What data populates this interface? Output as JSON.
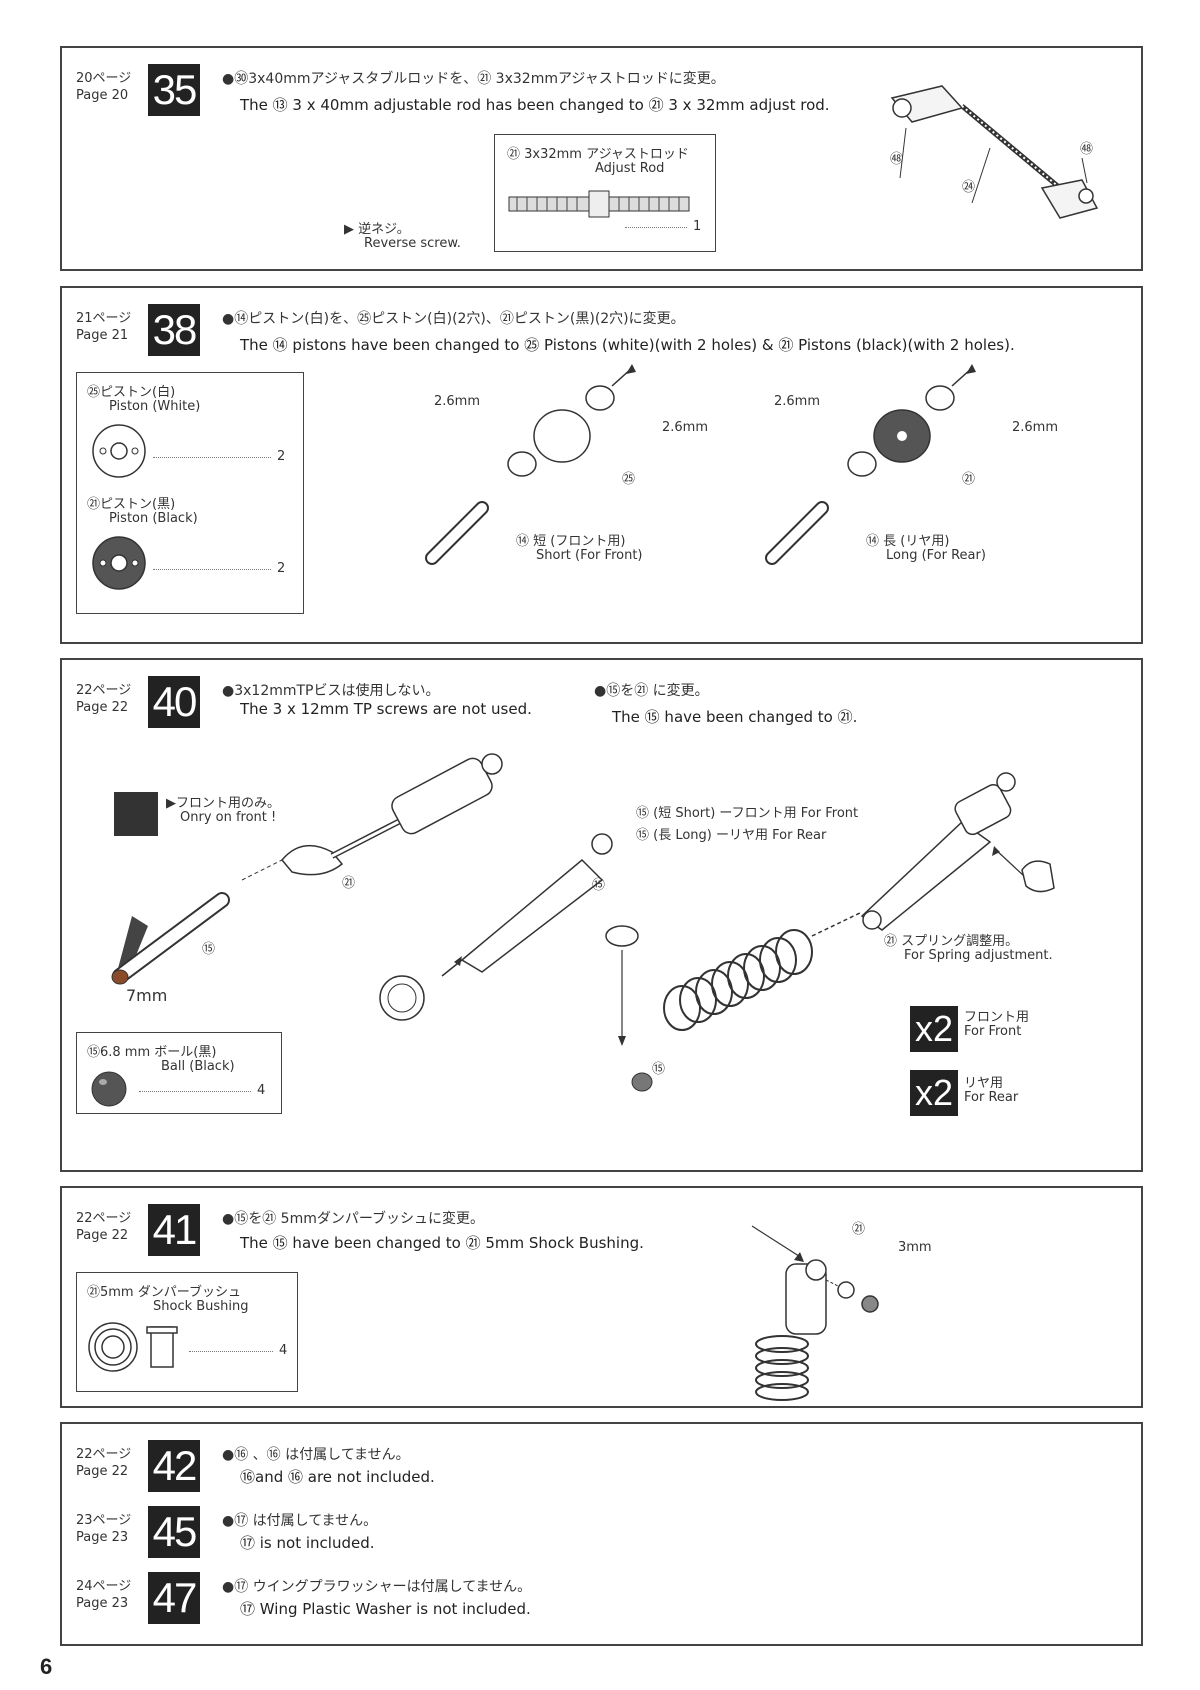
{
  "s35": {
    "page_jp": "20ページ",
    "page_en": "Page 20",
    "num": "35",
    "jp": "●㉚3x40mmアジャスタブルロッドを、㉑ 3x32mmアジャストロッドに変更。",
    "en": "The ⑬ 3 x 40mm adjustable rod has been changed to ㉑ 3 x 32mm adjust rod.",
    "box_jp": "㉑ 3x32mm アジャストロッド",
    "box_en": "Adjust Rod",
    "box_qty": "1",
    "rev_jp": "▶ 逆ネジ。",
    "rev_en": "Reverse screw.",
    "lbl_a": "㊽",
    "lbl_b": "㊽",
    "lbl_c": "㉔"
  },
  "s38": {
    "page_jp": "21ページ",
    "page_en": "Page 21",
    "num": "38",
    "jp": "●⑭ピストン(白)を、㉕ピストン(白)(2穴)、㉑ピストン(黒)(2穴)に変更。",
    "en": "The ⑭ pistons have been changed to ㉕ Pistons (white)(with 2 holes) & ㉑ Pistons (black)(with 2 holes).",
    "white_jp": "㉕ピストン(白)",
    "white_en": "Piston (White)",
    "white_qty": "2",
    "black_jp": "㉑ピストン(黒)",
    "black_en": "Piston (Black)",
    "black_qty": "2",
    "dim1": "2.6mm",
    "dim2": "2.6mm",
    "dim3": "2.6mm",
    "dim4": "2.6mm",
    "front_jp": "⑭ 短 (フロント用)",
    "front_en": "Short (For Front)",
    "rear_jp": "⑭ 長 (リヤ用)",
    "rear_en": "Long (For Rear)",
    "lbl_w": "㉕",
    "lbl_b": "㉑"
  },
  "s40": {
    "page_jp": "22ページ",
    "page_en": "Page 22",
    "num": "40",
    "jp1": "●3x12mmTPビスは使用しない。",
    "en1": "The 3 x 12mm TP screws are not used.",
    "jp2": "●⑮を㉑ に変更。",
    "en2": "The ⑮ have been changed to ㉑.",
    "front_only_jp": "▶フロント用のみ。",
    "front_only_en": "Onry on front !",
    "dim": "7mm",
    "lbl_153": "⑮",
    "lbl_213": "㉑",
    "lbl_158": "⑮",
    "lbl_157": "⑮",
    "spring_short": "⑮ (短 Short) ーフロント用  For Front",
    "spring_long": "⑮ (長 Long) ーリヤ用  For Rear",
    "adj_jp": "㉑ スプリング調整用。",
    "adj_en": "For Spring adjustment.",
    "ball_jp": "⑮6.8 mm ボール(黒)",
    "ball_en": "Ball (Black)",
    "ball_qty": "4",
    "x2a": "x2",
    "x2a_jp": "フロント用",
    "x2a_en": "For Front",
    "x2b": "x2",
    "x2b_jp": "リヤ用",
    "x2b_en": "For Rear"
  },
  "s41": {
    "page_jp": "22ページ",
    "page_en": "Page 22",
    "num": "41",
    "jp": "●⑮を㉑ 5mmダンパーブッシュに変更。",
    "en": "The ⑮ have been changed to ㉑ 5mm Shock Bushing.",
    "box_jp": "㉑5mm ダンパーブッシュ",
    "box_en": "Shock Bushing",
    "box_qty": "4",
    "lbl": "㉑",
    "dim": "3mm"
  },
  "s42": {
    "page_jp": "22ページ",
    "page_en": "Page 22",
    "num": "42",
    "jp": "●⑯ 、⑯ は付属してません。",
    "en": "⑯and ⑯  are not included."
  },
  "s45": {
    "page_jp": "23ページ",
    "page_en": "Page 23",
    "num": "45",
    "jp": "●⑰ は付属してません。",
    "en": "⑰ is not included."
  },
  "s47": {
    "page_jp": "24ページ",
    "page_en": "Page 23",
    "num": "47",
    "jp": "●⑰ ウイングプラワッシャーは付属してません。",
    "en": "⑰ Wing Plastic Washer is not included."
  },
  "page_number": "6"
}
